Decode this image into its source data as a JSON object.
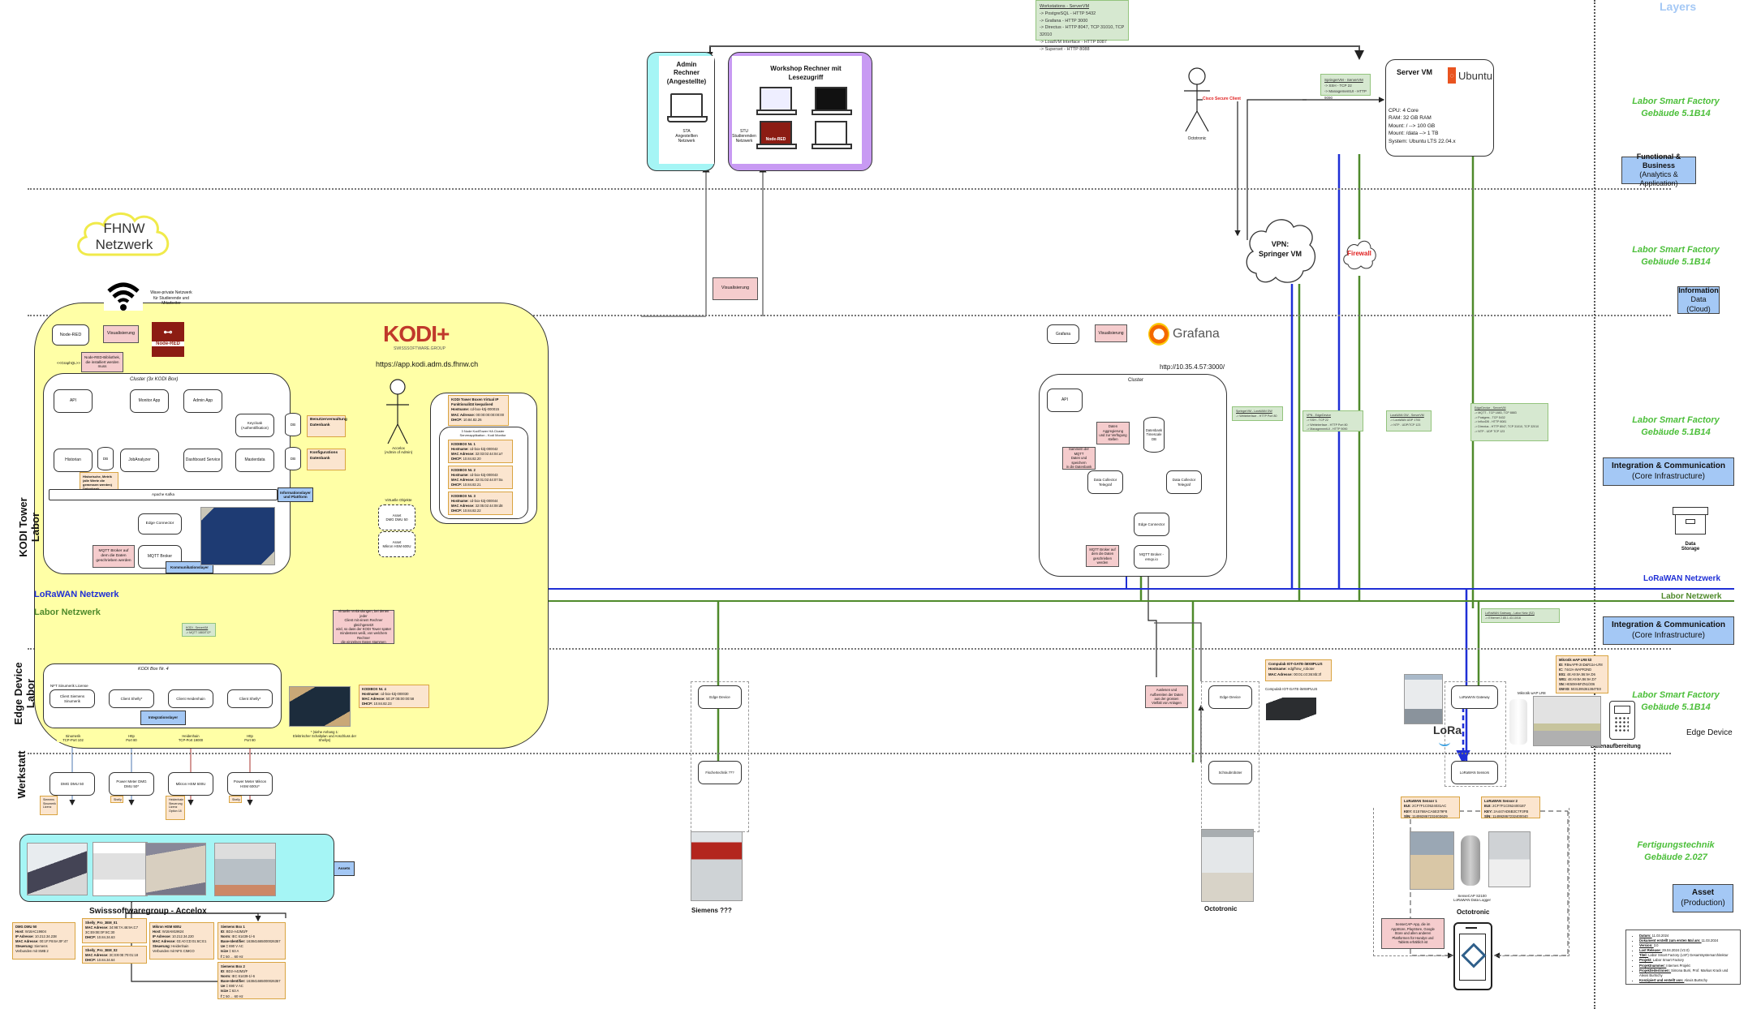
{
  "layers_title": "Layers",
  "layers": [
    {
      "title": "Functional & Business",
      "subtitle": "(Analytics & Application)",
      "location": "Labor Smart Factory\nGebäude 5.1B14"
    },
    {
      "title": "Information",
      "subtitle": "Data (Cloud)",
      "location": "Labor Smart Factory\nGebäude 5.1B14"
    },
    {
      "title": "Integration & Communication",
      "subtitle": "(Core Infrastructure)",
      "location": "Labor Smart Factory\nGebäude 5.1B14"
    },
    {
      "title": "Integration & Communication",
      "subtitle": "(Core Infrastructure)",
      "location": ""
    },
    {
      "title": "",
      "subtitle": "Edge Device",
      "location": "Labor Smart Factory\nGebäude 5.1B14"
    },
    {
      "title": "Asset",
      "subtitle": "(Production)",
      "location": "Fertigungstechnik\nGebäude 2.027"
    }
  ],
  "data_storage_label": "Data\nStorage",
  "datenaufbereitung_label": "Datenaufbereitung",
  "networks": {
    "lorawan": "LoRaWAN Netzwerk",
    "labor": "Labor Netzwerk",
    "colors": {
      "lorawan": "#1f2fd6",
      "labor": "#4f8a2b"
    }
  },
  "side_labels": {
    "kodi_tower": "KODI Tower\nLabor",
    "edge_device": "Edge Device\nLabor",
    "werkstatt": "Werkstatt"
  },
  "fhnw": {
    "cloud_label": "FHNW\nNetzwerk",
    "wifi_note": "Wave-private Netzwerk\nfür Studierende und\nMitarbeiter"
  },
  "admin": {
    "title": "Admin\nRechner\n(Angestellte)",
    "network": "STA\nAngestellten\nNetzwerk"
  },
  "workshop": {
    "title": "Workshop Rechner mit\nLesezugriff",
    "network": "STU\nStudierenden\nNetzwerk",
    "nodered_label": "Node-RED"
  },
  "server_vm": {
    "title": "Server VM",
    "os_logo": "Ubuntu",
    "specs": [
      "CPU: 4 Core",
      "RAM: 32 GB RAM",
      "Mount: / --> 100 GB",
      "Mount: /data --> 1 TB",
      "System: Ubuntu LTS 22.04.x"
    ]
  },
  "actor_octotronic": {
    "label": "Octotronic",
    "connection": "Cisco Secure Client"
  },
  "vpn_cloud": "VPN:\nSpringer VM",
  "firewall_cloud": "Firewall",
  "green_notes": {
    "workstations": {
      "title": "Workstations - ServerVM",
      "lines": [
        "-> PostgreSQL - HTTP 5432",
        "-> Grafana - HTTP 3000",
        "-> Directus - HTTP 8047, TCP 31010, TCP 32010",
        "-> LoadVM Interface - HTTP 8087",
        "-> Superset - HTTP 8088"
      ]
    },
    "springer_server": {
      "title": "SpringerVM - ServerVM",
      "lines": [
        "-> SSH - TCP 22",
        "-> ManagementUI - HTTP 9090"
      ]
    },
    "springer_lorawan": {
      "title": "SpringerVM - LoraWAN GW",
      "lines": [
        "-> Webinterface - HTTP Port 80"
      ]
    },
    "vpn_edge": {
      "title": "VPN - EdgeDevice",
      "lines": [
        "-> SSH - TCP 22",
        "-> Webinterface - HTTP Port 80",
        "-> ManagementUI - HTTP 9090"
      ]
    },
    "lorawan_server": {
      "title": "LoraWAN GW - ServerVM",
      "lines": [
        "-> LoraWAN UDP 1700",
        "-> NTP - UDP/TCP 123"
      ]
    },
    "edge_server": {
      "title": "EdgeDevice - ServerVM",
      "lines": [
        "-> MQTT - TCP 1883, TCP 8883",
        "-> Postgres - TCP 5432",
        "-> InfluxDB - HTTP 8081",
        "-> Directus - HTTP 8047, TCP 31010, TCP 32010",
        "-> NTP - UDP TCP 123"
      ]
    },
    "kodi_server": {
      "title": "KODI - ServerVM",
      "lines": [
        "-> MQTT 1883/TCP"
      ]
    },
    "lorawan_gw_labor": {
      "title": "LoRaWAN Gateway - Labor Netz (SZ)",
      "lines": [
        "-> Ethernet 2.85.1.43.10/16"
      ]
    }
  },
  "kodi": {
    "logo": "KODI+",
    "logo_sub": "SWISSSOFTWARE.GROUP",
    "url": "https://app.kodi.adm.ds.fhnw.ch",
    "nodered_box": "Node-RED",
    "visualisierung": "Visualisierung",
    "nodered_note": "Node-RED-Bibliothek,\ndie installiert werden\nmuss",
    "graphql": "<<GraphQL>>",
    "nodered_logo": "Node-RED",
    "cluster_title": "Cluster (3x KODI Box)",
    "components": {
      "api": "API",
      "monitor_app": "Monitor App",
      "admin_app": "Admin App",
      "keycloak": "Keycloak\n(Authentifikation)",
      "historian": "Historian",
      "job_analyzer": "JobAnalyzer",
      "dashboard": "Dashboard Service",
      "masterdata": "Masterdata",
      "db": "DB",
      "kafka": "Apache Kafka",
      "edge_connector": "Edge Connector",
      "mqtt_broker": "MQTT Broker"
    },
    "notes": {
      "benutzer_db": "Benutzerverwaltung\nDatenbank",
      "konfig_db": "Konfigurations\nDatenbank",
      "historisch_db": "Historische, Metrik\n(alle Werte die\ngemessen werden)\nDatenbank",
      "mqtt_note": "MQTT Broker auf\ndem die Daten\ngeschrieben werden"
    },
    "layer_labels": {
      "info": "Informationslayer\nund Plattform",
      "comm": "Kommunikationslayer"
    },
    "actor": "Accelox\n(Admin of Admin)",
    "virtual_objects_title": "Virtuelle Objekte",
    "virtual_objects": [
      "Asset\nDMG DMU 50",
      "Asset\nMikron HSM 600U"
    ],
    "tower_info": {
      "title": "KODI Tower Boxen Virtual IP\nFunktionalität keepalived",
      "lines": [
        [
          "Hostname:",
          "cd-box-k3j-000015"
        ],
        [
          "MAC Adresse:",
          "00:00:00:00:00:00"
        ],
        [
          "DHCP:",
          "10.84.82.26"
        ]
      ]
    },
    "ha_cluster_title": "3 Node KodiTower HA Cluster\nServerapplikation - Kodi Monitor",
    "boxes": [
      {
        "title": "KODIBOX Nr. 1",
        "hostname": "cd-box-k3j-000042",
        "mac": "32:03:02:44:04:a7",
        "dhcp": "10.84.82.20"
      },
      {
        "title": "KODIBOX Nr. 2",
        "hostname": "cd-box-k3j-000043",
        "mac": "32:01:02:44:07:0a",
        "dhcp": "10.84.82.21"
      },
      {
        "title": "KODIBOX Nr. 3",
        "hostname": "cd-box-k3j-000044",
        "mac": "32:05:02:44:08:d8",
        "dhcp": "10.84.82.22"
      }
    ]
  },
  "virtual_note": "Virtuelle Verbindungen, bei denen jeder\nClient mit einem Rechner gleichgesetzt\nwird, so dass der KODI Tower später\nmindestens weiß, von welchem Rechner\ndie einzelnen Daten stammen",
  "kodi_box4": {
    "title": "KODI Box Nr. 4",
    "license": "NFT Sinumerik License",
    "clients": [
      "Client Siemens\nSinumerik",
      "Client Shelly*",
      "Client Heidenhain",
      "Client Shelly*"
    ],
    "integration_layer": "Integrationslayer",
    "info": {
      "title": "KODIBOX Nr. 4",
      "hostname": "cd-box-k3j-000030",
      "mac": "50:2F:0B:00:00:58",
      "dhcp": "10.84.82.23"
    },
    "protocols": [
      "Sinumerik\nTCP-Port 102",
      "Http\nPort 80",
      "Heidenhain\nTCP-Port 19000",
      "Http\nPort 80"
    ],
    "footnote": "* (siehe Anhang 1:\nElektrischer Schaltplan und Anschluss der\nShellys)"
  },
  "werkstatt": {
    "machines": [
      "DMG DMU 50",
      "Power Meter DMG\nDMU 50*",
      "Mikron HSM 600U",
      "Power Meter Mikron\nHSM 600U*"
    ],
    "tags": [
      "Siemens\nSinumerik\nLizenz",
      "Shelly",
      "Heidenhain\nSteuerung\nLizenz\nOption 18",
      "Shelly"
    ],
    "assets_label": "Assets",
    "group_title": "Swisssoftwaregroup - Accelox"
  },
  "asset_info": [
    {
      "title": "DMG DMU 50",
      "lines": [
        [
          "Host:",
          "W18AC19604"
        ],
        [
          "IP Adresse:",
          "10.212.34.238"
        ],
        [
          "MAC Adresse:",
          "00:1F:F8:6A:0F:47"
        ],
        [
          "Steuerung:",
          "Siemens"
        ],
        [
          "",
          "Verbunden mit SMB 2"
        ]
      ]
    },
    {
      "title": "Shelly_Pro_3EM_01",
      "lines": [
        [
          "MAC Adresse:",
          "34:98:7A:46:9A:C7"
        ],
        [
          "",
          "3C:E9:0E:0F:8C:30"
        ],
        [
          "DHCP:",
          "10.84.34.63"
        ]
      ]
    },
    {
      "title": "Shelly_Pro_3EM_02",
      "lines": [
        [
          "MAC Adresse:",
          "3C:E9:0E:70:01:18"
        ],
        [
          "DHCP:",
          "10.84.34.64"
        ]
      ]
    },
    {
      "title": "Mikron HSM 600U",
      "lines": [
        [
          "Host:",
          "W18AM19624"
        ],
        [
          "IP Adresse:",
          "10.212.34.220"
        ],
        [
          "MAC Adresse:",
          "03:A0:CD:01:6C:E1"
        ],
        [
          "Steuerung:",
          "Heidenhain"
        ],
        [
          "",
          "Verbunden mit NFS CIMCO"
        ]
      ]
    },
    {
      "title": "Siemens Box 1",
      "lines": [
        [
          "ID:",
          "BD2-A42M3/F"
        ],
        [
          "Norm:",
          "IEC 61439-1/-6"
        ],
        [
          "Base-Identifier:",
          "163841665000026357"
        ],
        [
          "Ue =",
          "690 V AC"
        ],
        [
          "Isize =",
          "63 A"
        ],
        [
          "f =",
          "50 ... 60 Hz"
        ]
      ]
    },
    {
      "title": "Siemens Box 2",
      "lines": [
        [
          "ID:",
          "BD2-A42M3/F"
        ],
        [
          "Norm:",
          "IEC 61439-1/-6"
        ],
        [
          "Base-Identifier:",
          "163841665000026357"
        ],
        [
          "Ue =",
          "690 V AC"
        ],
        [
          "Isize =",
          "63 A"
        ],
        [
          "f =",
          "50 ... 60 Hz"
        ]
      ]
    }
  ],
  "grafana": {
    "logo": "Grafana",
    "url": "http://10.35.4.57:3000/",
    "grafana_box": "Grafana",
    "visualisierung": "Visualisierung",
    "cluster_title": "Cluster",
    "api": "API",
    "db": "Datenbank\nTimescale\nDB",
    "collector1": "Data Collector\nTelegraf",
    "collector2": "Data Collector\nTelegraf",
    "edge_connector": "Edge Connector",
    "mqtt": "MQTT Broker -\nemqx.io",
    "note_agg": "Daten Aggregierung\nund zur Verfügung\nstellen",
    "note_collect": "Sammeln der MQTT\nDaten und speichern\nin die Datenbank",
    "note_mqtt": "MQTT Broker auf\ndem die Daten\ngeschrieben werden"
  },
  "visualisierung_mid": "Visualisierung",
  "siemens": {
    "edge": "Edge Device",
    "machine": "Fischertechnik ???",
    "caption": "Siemens ???"
  },
  "octotronic_edge": {
    "note": "Auslesen und\nAufbereiten der Daten\naus der grossen\nVielfalt von Anlagen",
    "edge": "Edge Device",
    "machine": "Schraubroboter",
    "caption": "Octotronic",
    "compulab_info": {
      "title": "Compulab IOT-GATE-iMX8PLUS",
      "lines": [
        [
          "Hostname:",
          "edgfhnw_roboter"
        ],
        [
          "MAC Adresse:",
          "00:01:c0:36:8b:3f"
        ]
      ]
    },
    "compulab_caption": "Compulab IOT-GATE-iMX8PLUS"
  },
  "lorawan": {
    "gateway": "LoRaWAN Gateway",
    "sensors": "LoRaWAN Sensors",
    "lora_logo": "LoRa",
    "mikrotik_caption": "Mikrotik wAP LR8",
    "mikrotik_info": {
      "title": "Mikrotik wAP LR8 kit",
      "lines": [
        [
          "ID:",
          "RBwAPR-2nD&R11e-LR8"
        ],
        [
          "IC:",
          "7442A-WAPR2ND"
        ],
        [
          "E01:",
          "48:A9:8A:86:9A:D6"
        ],
        [
          "W01:",
          "48:A9:8A:86:9A:D7"
        ],
        [
          "SN:",
          "HE508H6FZN1/306"
        ],
        [
          "GW ID:",
          "5031395361384TE0"
        ]
      ]
    },
    "sensor1": {
      "title": "LoRaWAN Sensor 1",
      "lines": [
        [
          "EUI:",
          "2CF7F1C0524031AC"
        ],
        [
          "KEY:",
          "E15768ACA5E379F8"
        ],
        [
          "S/N:",
          "114992867232403629"
        ]
      ]
    },
    "sensor2": {
      "title": "LoRaWAN Sensor 2",
      "lines": [
        [
          "EUI:",
          "2CF7F1C052400187"
        ],
        [
          "KEY:",
          "2A447AD6B3C7F3FB"
        ],
        [
          "S/N:",
          "114992867232400040"
        ]
      ]
    },
    "logger_caption": "SenseCAP S2100\nLoRaWAN Data Logger",
    "caption": "Octotronic",
    "app_note": "SenseCAP-App, die im\nAppStore, PlayStore, Google\nStore und allen anderen\nPlattformen für Handys und\nTablets erhältlich ist"
  },
  "doc_info": [
    [
      "Datum:",
      "11.03.2024"
    ],
    [
      "Dokument erstellt zum ersten Mal am:",
      "11.03.2024"
    ],
    [
      "Version:",
      "3.0"
    ],
    [
      "Last Release:",
      "29.04.2024 (V2.0)"
    ],
    [
      "Titel:",
      "Labor Smart Factory (LSF) Gesamtsystemarchitektur"
    ],
    [
      "Projekt:",
      "Labor Smart Factory"
    ],
    [
      "Projektnummer:",
      "Internes Projekt"
    ],
    [
      "Projektleiter/innen:",
      "Simona Burri, Prof. Markus Krack und Alexis Burtschy"
    ],
    [
      "Konzipiert und erstellt von:",
      "Alexis Burtschy"
    ]
  ]
}
